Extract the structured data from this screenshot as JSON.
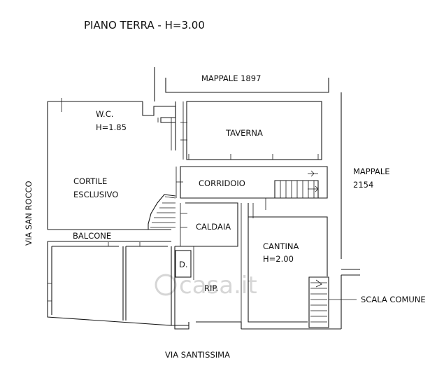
{
  "title": "PIANO TERRA - H=3.00",
  "labels": {
    "mappale_top": "MAPPALE 1897",
    "wc": "W.C.",
    "wc_h": "H=1.85",
    "taverna": "TAVERNA",
    "cortile": "CORTILE",
    "esclusivo": "ESCLUSIVO",
    "corridoio": "CORRIDOIO",
    "mappale_right": "MAPPALE",
    "mappale_right_num": "2154",
    "caldaia": "CALDAIA",
    "balcone": "BALCONE",
    "cantina": "CANTINA",
    "cantina_h": "H=2.00",
    "d": "D.",
    "rip": "RIP.",
    "scala": "SCALA COMUNE",
    "via_san_rocco": "VIA SAN ROCCO",
    "via_santissima": "VIA SANTISSIMA"
  },
  "watermark": "casa.it",
  "colors": {
    "line": "#1a1a1a",
    "text": "#111111",
    "watermark": "#d0d0d0"
  }
}
